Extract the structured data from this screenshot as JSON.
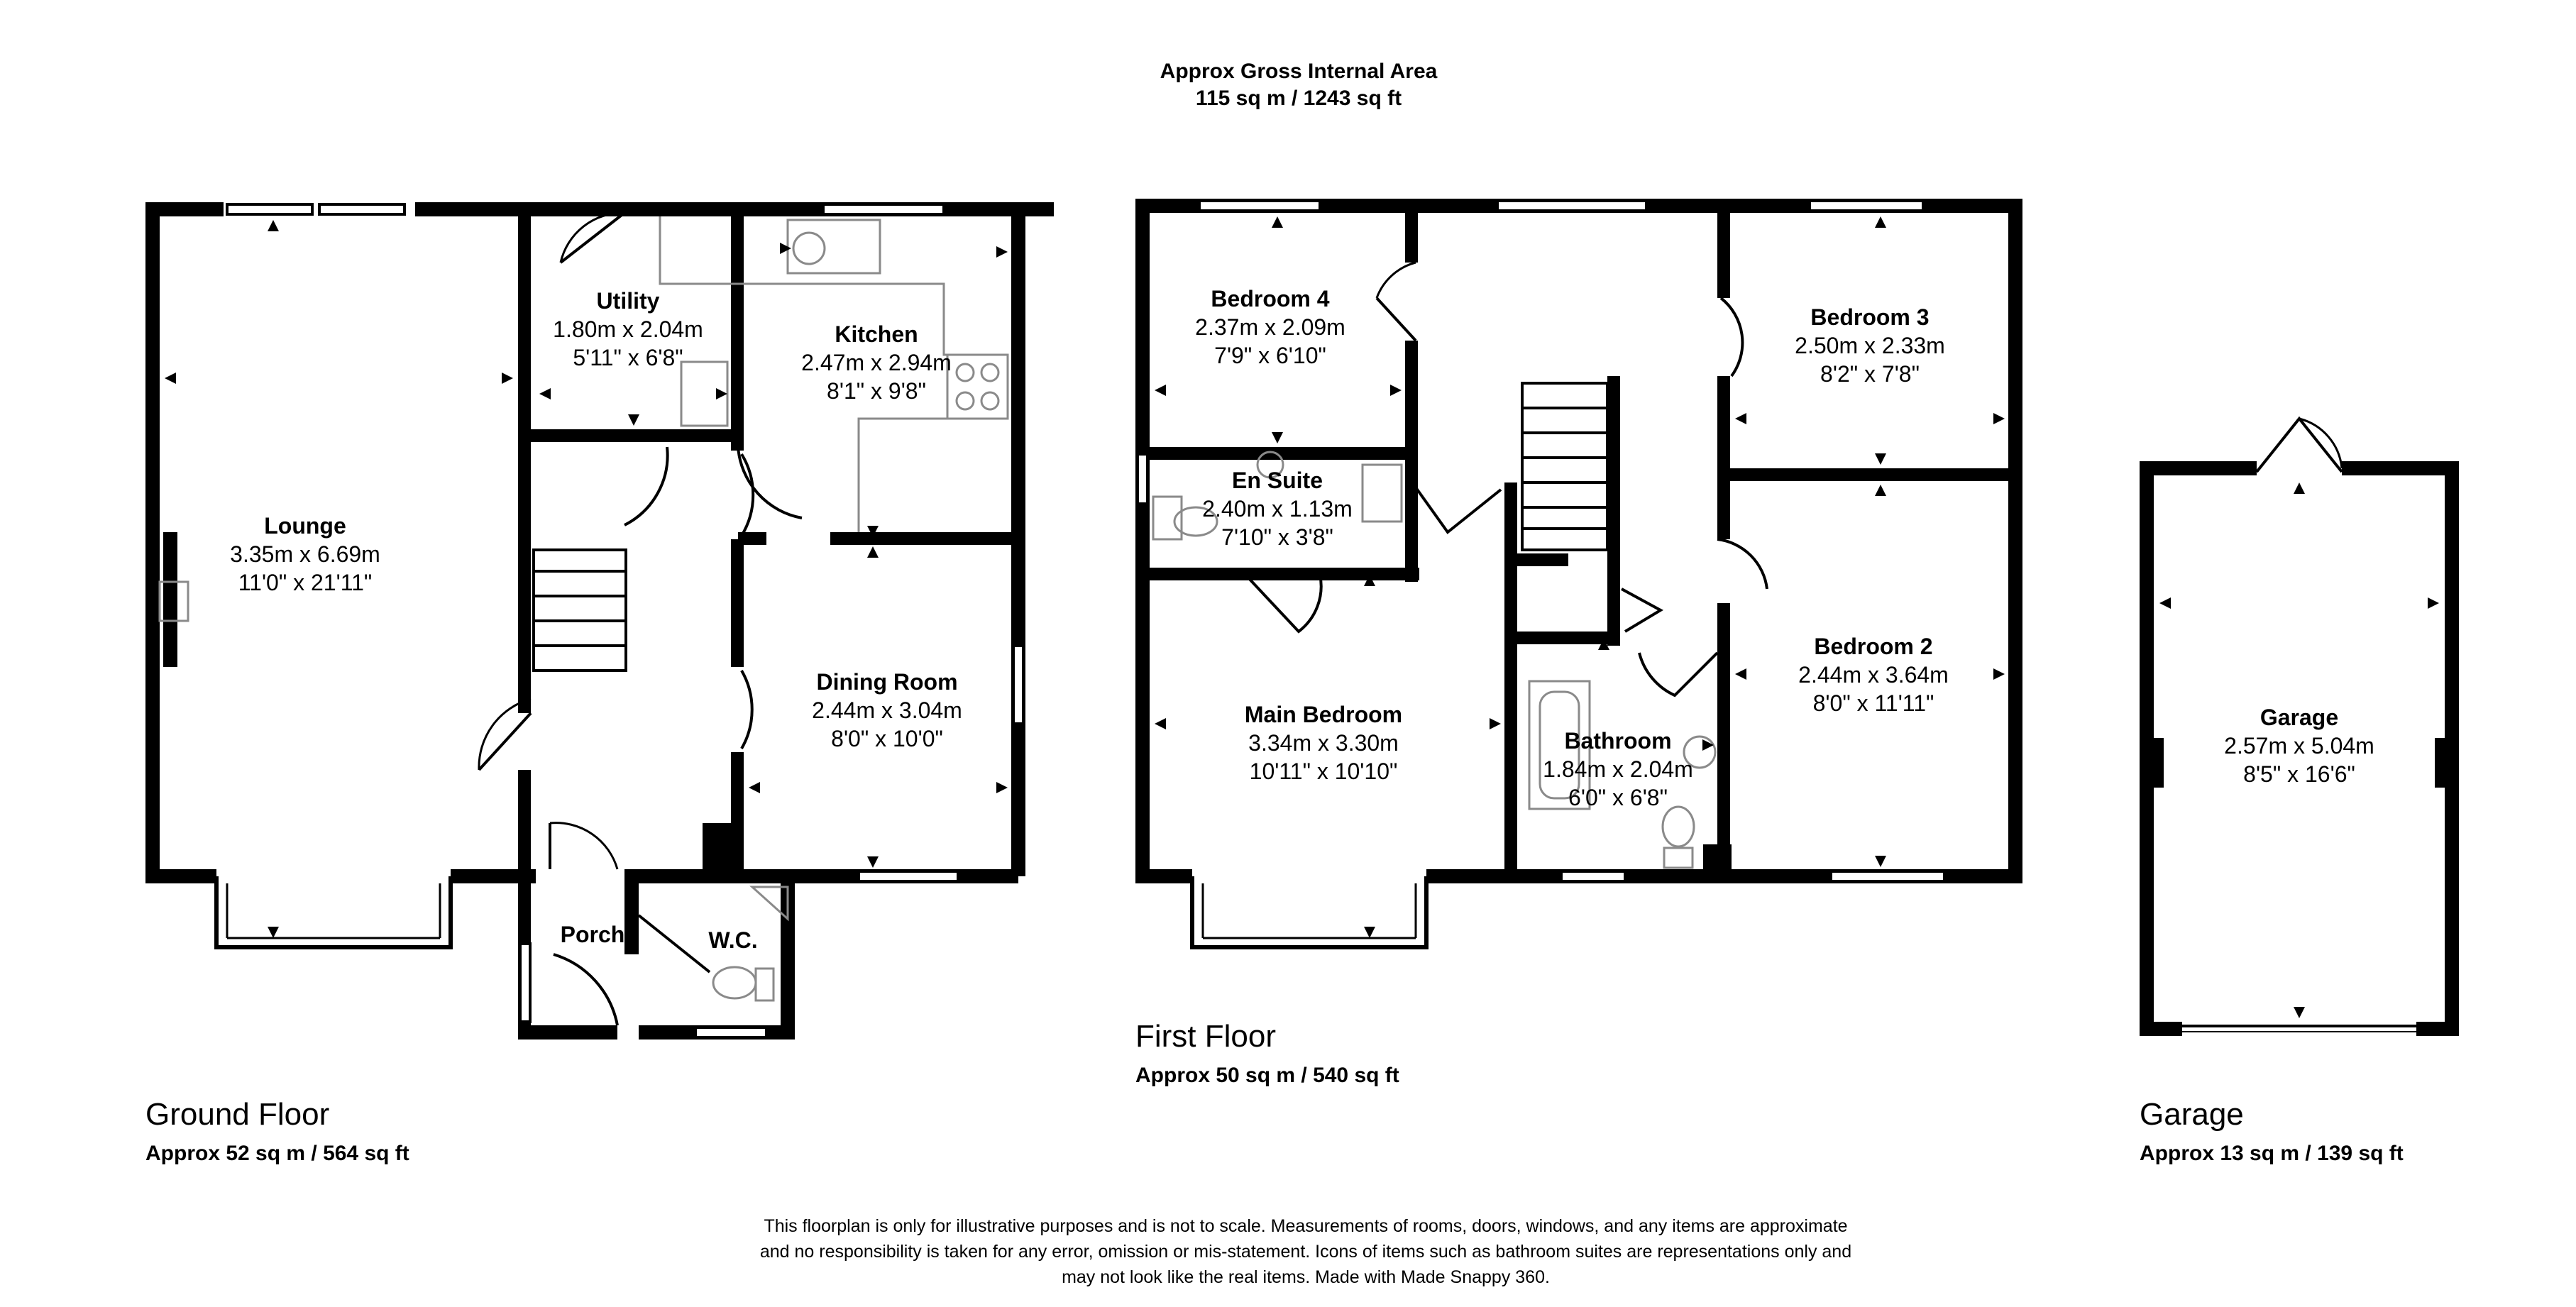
{
  "header": {
    "gross_title": "Approx Gross Internal Area",
    "gross_value": "115 sq m / 1243 sq ft"
  },
  "floors": [
    {
      "title": "Ground Floor",
      "area": "Approx 52 sq m / 564 sq ft"
    },
    {
      "title": "First Floor",
      "area": "Approx 50 sq m / 540 sq ft"
    },
    {
      "title": "Garage",
      "area": "Approx 13 sq m / 139 sq ft"
    }
  ],
  "rooms": {
    "lounge": {
      "name": "Lounge",
      "metric": "3.35m x 6.69m",
      "imperial": "11'0\" x 21'11\""
    },
    "utility": {
      "name": "Utility",
      "metric": "1.80m x 2.04m",
      "imperial": "5'11\" x 6'8\""
    },
    "kitchen": {
      "name": "Kitchen",
      "metric": "2.47m x 2.94m",
      "imperial": "8'1\" x 9'8\""
    },
    "dining": {
      "name": "Dining Room",
      "metric": "2.44m x 3.04m",
      "imperial": "8'0\" x 10'0\""
    },
    "porch": {
      "name": "Porch"
    },
    "wc": {
      "name": "W.C."
    },
    "bedroom4": {
      "name": "Bedroom 4",
      "metric": "2.37m x 2.09m",
      "imperial": "7'9\" x 6'10\""
    },
    "bedroom3": {
      "name": "Bedroom 3",
      "metric": "2.50m x 2.33m",
      "imperial": "8'2\" x 7'8\""
    },
    "ensuite": {
      "name": "En Suite",
      "metric": "2.40m x 1.13m",
      "imperial": "7'10\" x 3'8\""
    },
    "main_bedroom": {
      "name": "Main Bedroom",
      "metric": "3.34m x 3.30m",
      "imperial": "10'11\" x 10'10\""
    },
    "bathroom": {
      "name": "Bathroom",
      "metric": "1.84m x 2.04m",
      "imperial": "6'0\" x 6'8\""
    },
    "bedroom2": {
      "name": "Bedroom 2",
      "metric": "2.44m x 3.64m",
      "imperial": "8'0\" x 11'11\""
    },
    "garage": {
      "name": "Garage",
      "metric": "2.57m x 5.04m",
      "imperial": "8'5\" x 16'6\""
    }
  },
  "disclaimer": {
    "line1": "This floorplan is only for illustrative purposes and is not to scale. Measurements of rooms, doors, windows, and any items are approximate",
    "line2": "and no responsibility is taken for any error, omission or mis-statement. Icons of items such as bathroom suites are representations only and",
    "line3": "may not look like the real items. Made with Made Snappy 360."
  },
  "colors": {
    "wall": "#000000",
    "fixture": "#8a8a8a",
    "background": "#ffffff"
  }
}
